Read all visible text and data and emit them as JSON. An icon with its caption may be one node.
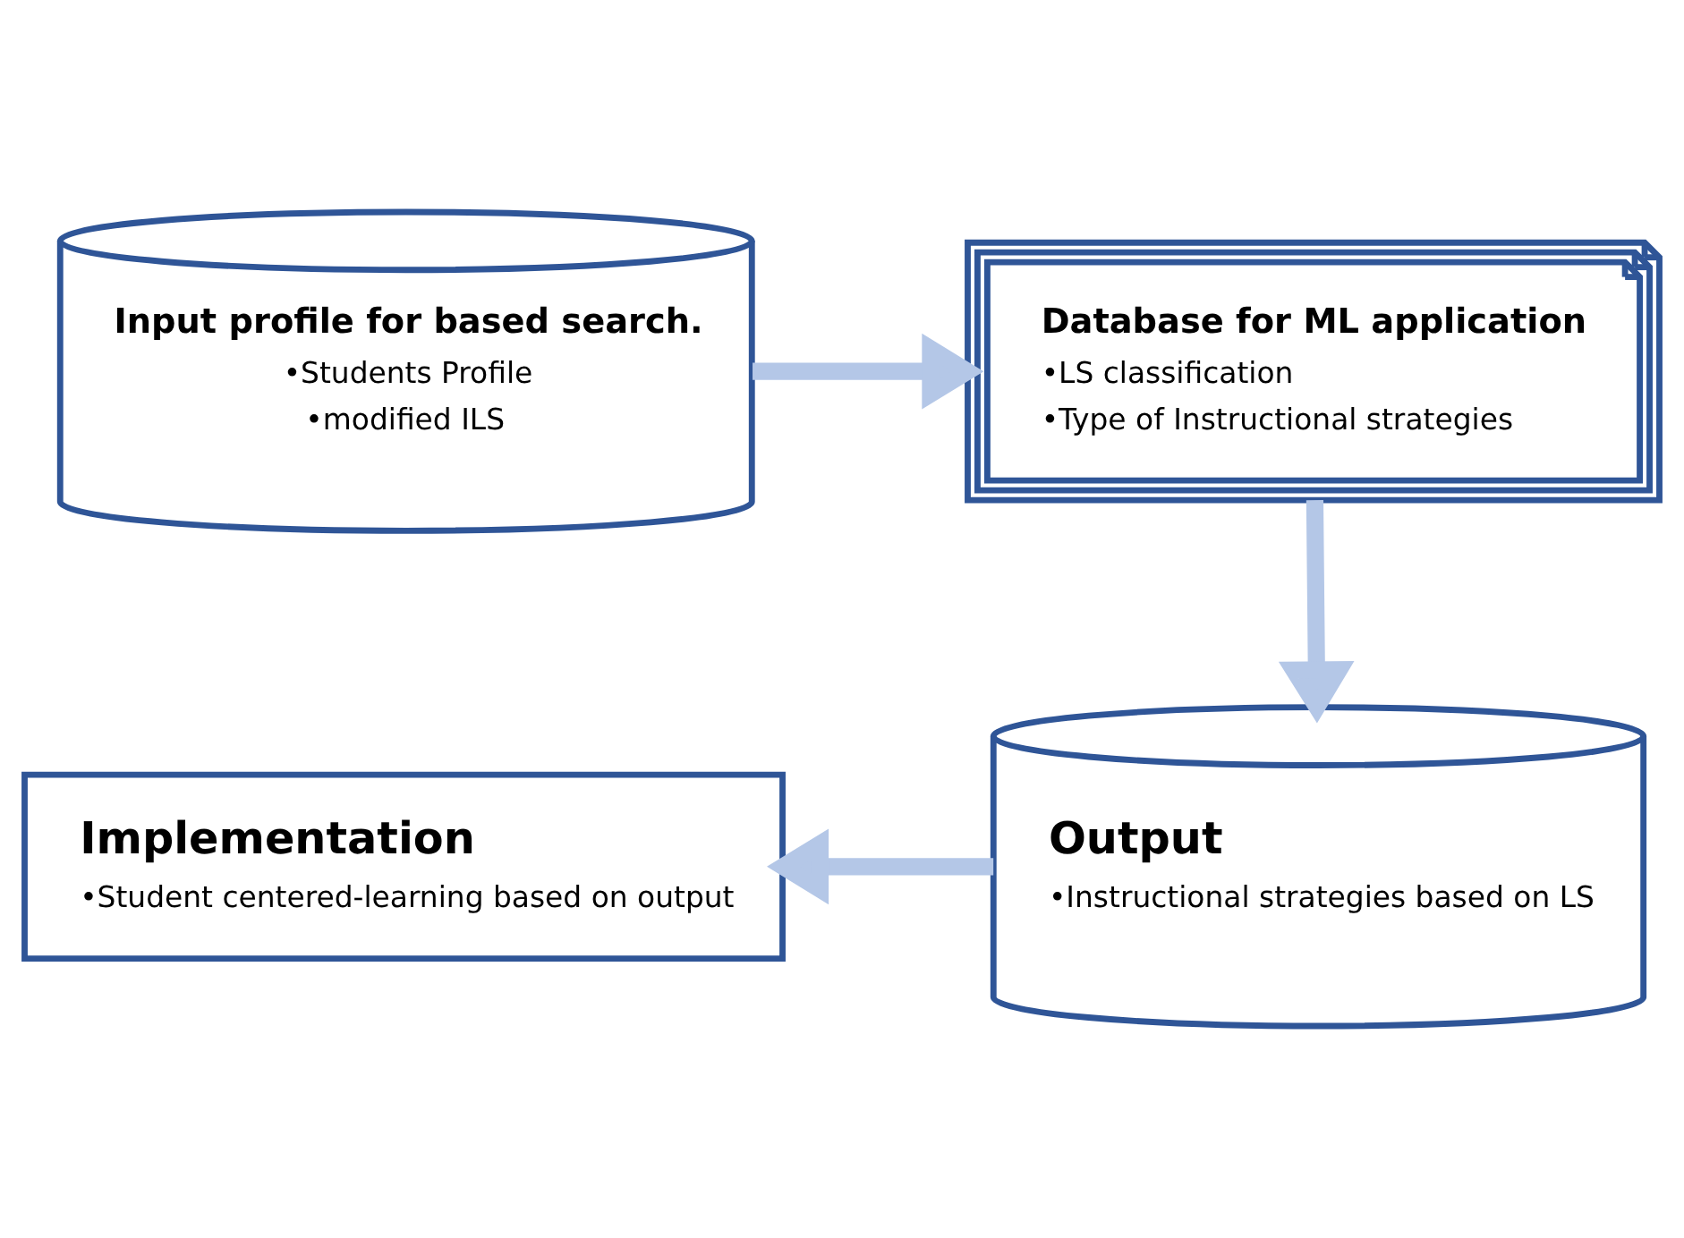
{
  "diagram": {
    "nodes": [
      {
        "text": [
          "Input profile for based search.",
          "•Students Profile",
          "•modified ILS"
        ]
      },
      {
        "text": [
          "Database for ML application",
          "•LS classification",
          "•Type of Instructional strategies"
        ]
      },
      {
        "text": [
          "Output",
          "•Instructional strategies based on LS"
        ]
      },
      {
        "text": [
          "Implementation",
          "•Student centered-learning based on output"
        ]
      }
    ],
    "edges": [
      {
        "from": 0,
        "to": 1,
        "arrow": "to"
      },
      {
        "from": 1,
        "to": 2,
        "arrow": "to"
      },
      {
        "from": 2,
        "to": 3,
        "arrow": "to"
      }
    ]
  }
}
